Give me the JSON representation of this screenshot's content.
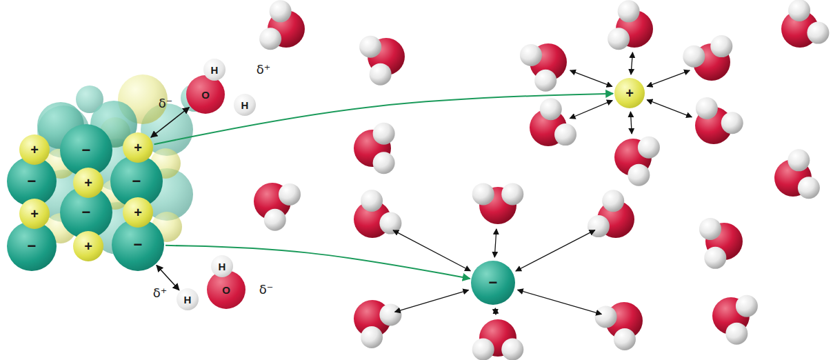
{
  "diagram": {
    "nodes": [
      {
        "text": [
          "+"
        ]
      },
      {
        "text": [
          "−"
        ]
      },
      {
        "text": [
          "+"
        ]
      },
      {
        "text": [
          "−"
        ]
      },
      {
        "text": [
          "+"
        ]
      },
      {
        "text": [
          "−"
        ]
      },
      {
        "text": [
          "+"
        ]
      },
      {
        "text": [
          "−"
        ]
      },
      {
        "text": [
          "+"
        ]
      },
      {
        "text": [
          "−"
        ]
      },
      {
        "text": [
          "+"
        ]
      },
      {
        "text": [
          "−"
        ]
      },
      {
        "text": [
          "+"
        ]
      },
      {
        "text": [
          "−"
        ]
      },
      {
        "text": [
          "H"
        ]
      },
      {
        "text": [
          "O"
        ]
      },
      {
        "text": [
          "H"
        ]
      },
      {
        "text": [
          "H"
        ]
      },
      {
        "text": [
          "O"
        ]
      },
      {
        "text": [
          "H"
        ]
      }
    ],
    "edges": [
      {
        "from": 2,
        "to": 12,
        "arrow": "to"
      },
      {
        "from": 11,
        "to": 13,
        "arrow": "to"
      },
      {
        "from": 15,
        "to": 2,
        "arrow": "both"
      },
      {
        "from": 19,
        "to": 11,
        "arrow": "both"
      }
    ],
    "labels": [
      "δ⁺",
      "δ⁻",
      "δ⁺",
      "δ⁻"
    ]
  }
}
